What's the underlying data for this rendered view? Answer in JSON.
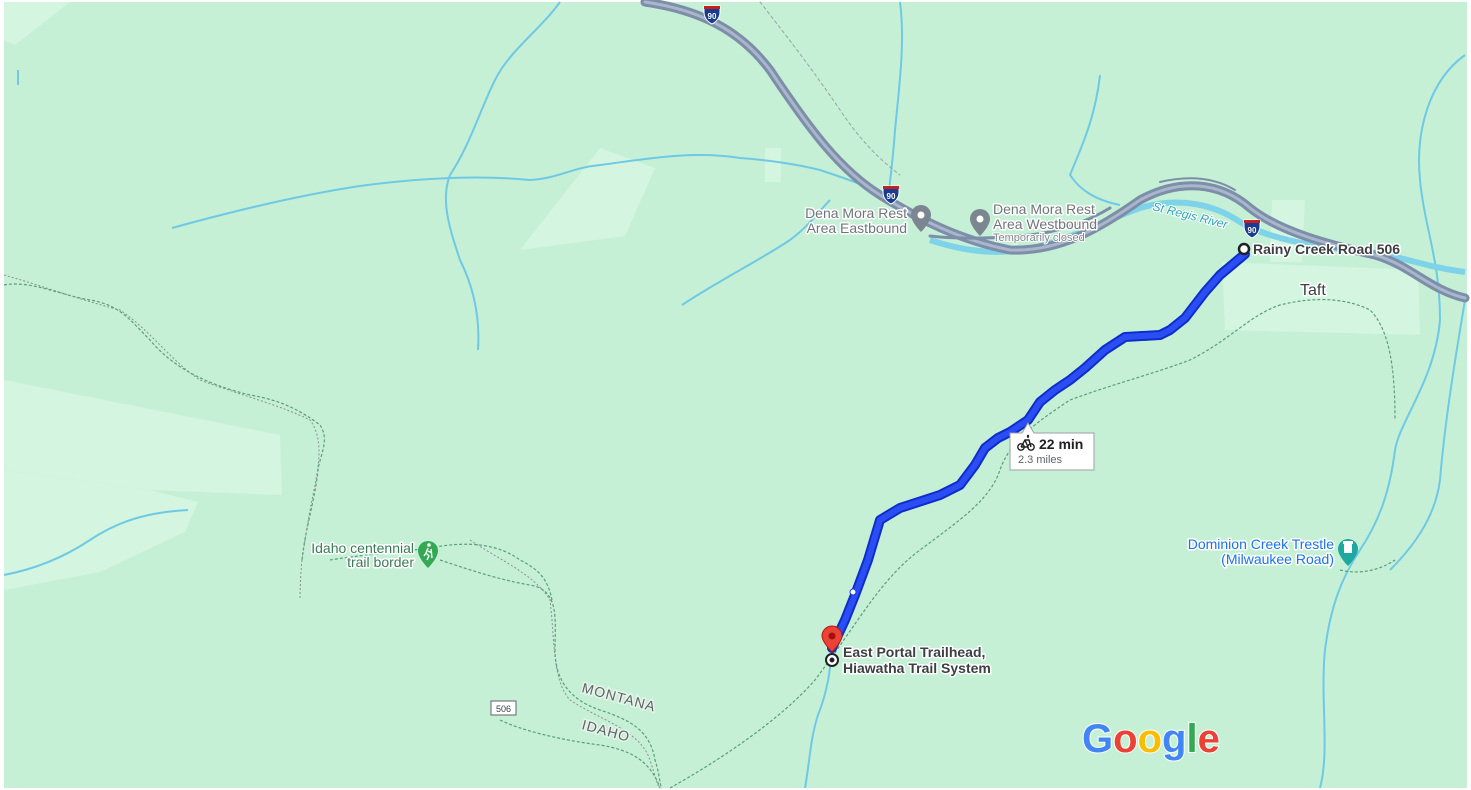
{
  "route": {
    "mode_icon": "bicycle-icon",
    "duration": "22 min",
    "distance": "2.3 miles",
    "origin": "Rainy Creek Road 506",
    "destination_line1": "East Portal Trailhead,",
    "destination_line2": "Hiawatha Trail System",
    "color": "#1a3cf0"
  },
  "places": {
    "rest_east_line1": "Dena Mora Rest",
    "rest_east_line2": "Area Eastbound",
    "rest_west_line1": "Dena Mora Rest",
    "rest_west_line2": "Area Westbound",
    "rest_west_status": "Temporarily closed",
    "river": "St Regis River",
    "town": "Taft",
    "trestle_line1": "Dominion Creek Trestle",
    "trestle_line2": "(Milwaukee Road)",
    "trail_border_line1": "Idaho centennial",
    "trail_border_line2": "trail border"
  },
  "shields": {
    "interstate": "90",
    "route": "506"
  },
  "states": {
    "north": "MONTANA",
    "south": "IDAHO"
  },
  "brand": {
    "logo": "Google"
  },
  "colors": {
    "land": "#c5f0d6",
    "forest_light": "#d6f5e1",
    "water": "#5fc6e0",
    "highway": "#8a9bb5",
    "poi_grey": "#7b8691",
    "poi_green": "#34a853",
    "poi_teal": "#1ea8a0",
    "destination_pin": "#ea4335"
  }
}
